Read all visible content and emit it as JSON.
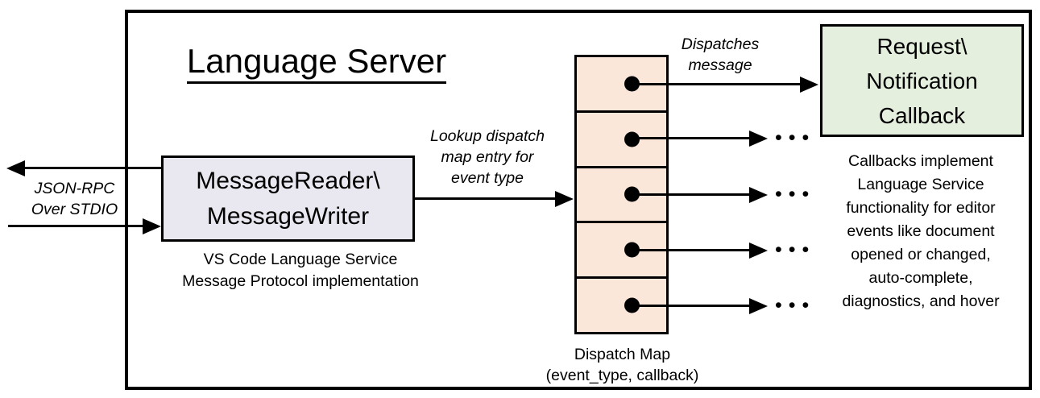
{
  "title": "Language Server",
  "colors": {
    "node_lavender": "#e9e7ef",
    "node_peach": "#fbe7da",
    "node_green": "#e5efde",
    "stroke": "#000000"
  },
  "io_label": {
    "line1": "JSON-RPC",
    "line2": "Over STDIO"
  },
  "message_node": {
    "line1": "MessageReader\\",
    "line2": "MessageWriter",
    "caption_line1": "VS Code Language Service",
    "caption_line2": "Message Protocol implementation"
  },
  "lookup_label": {
    "line1": "Lookup dispatch",
    "line2": "map entry for",
    "line3": "event type"
  },
  "dispatches_label": {
    "line1": "Dispatches",
    "line2": "message"
  },
  "callback_node": {
    "line1": "Request\\",
    "line2": "Notification",
    "line3": "Callback"
  },
  "dispatch_map": {
    "caption_line1": "Dispatch Map",
    "caption_line2": "(event_type, callback)",
    "row_count": 5
  },
  "ellipsis": "•••",
  "callbacks_note": {
    "lines": [
      "Callbacks implement",
      "Language Service",
      "functionality for editor",
      "events like document",
      "opened or changed,",
      "auto-complete,",
      "diagnostics, and hover"
    ]
  }
}
